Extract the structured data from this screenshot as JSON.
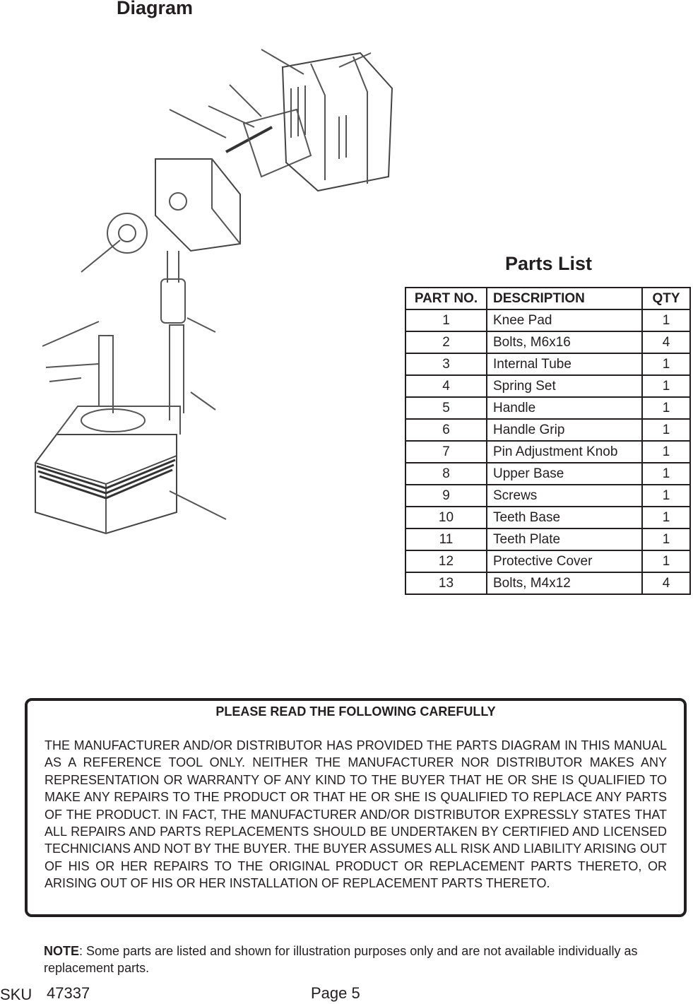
{
  "diagram": {
    "title": "Diagram"
  },
  "parts_list": {
    "title": "Parts List",
    "headers": [
      "PART NO.",
      "DESCRIPTION",
      "QTY"
    ],
    "rows": [
      [
        "1",
        "Knee Pad",
        "1"
      ],
      [
        "2",
        "Bolts, M6x16",
        "4"
      ],
      [
        "3",
        "Internal Tube",
        "1"
      ],
      [
        "4",
        "Spring Set",
        "1"
      ],
      [
        "5",
        "Handle",
        "1"
      ],
      [
        "6",
        "Handle Grip",
        "1"
      ],
      [
        "7",
        "Pin Adjustment Knob",
        "1"
      ],
      [
        "8",
        "Upper Base",
        "1"
      ],
      [
        "9",
        "Screws",
        "1"
      ],
      [
        "10",
        "Teeth Base",
        "1"
      ],
      [
        "11",
        "Teeth Plate",
        "1"
      ],
      [
        "12",
        "Protective Cover",
        "1"
      ],
      [
        "13",
        "Bolts, M4x12",
        "4"
      ]
    ]
  },
  "notice": {
    "heading": "PLEASE READ THE FOLLOWING CAREFULLY",
    "body": "THE MANUFACTURER AND/OR DISTRIBUTOR HAS PROVIDED THE PARTS DIAGRAM IN THIS MANUAL AS A REFERENCE TOOL ONLY. NEITHER THE MANUFACTURER NOR DISTRIBUTOR MAKES ANY REPRESENTATION OR WARRANTY OF ANY KIND TO THE BUYER THAT HE OR SHE IS QUALIFIED TO MAKE ANY REPAIRS TO THE PRODUCT OR THAT HE OR SHE IS QUALIFIED TO REPLACE ANY PARTS OF THE PRODUCT. IN FACT, THE MANUFACTURER AND/OR DISTRIBUTOR EXPRESSLY STATES THAT ALL REPAIRS AND PARTS REPLACEMENTS SHOULD BE UNDERTAKEN BY CERTIFIED AND LICENSED TECHNICIANS AND NOT BY THE BUYER. THE BUYER ASSUMES ALL RISK AND LIABILITY ARISING OUT OF HIS OR HER REPAIRS TO THE ORIGINAL PRODUCT OR REPLACEMENT PARTS THERETO, OR ARISING OUT OF HIS OR HER INSTALLATION OF REPLACEMENT PARTS THERETO."
  },
  "note": {
    "label": "NOTE",
    "text": ": Some parts are listed and shown for illustration purposes only and are not available individually as replacement parts."
  },
  "footer": {
    "sku_label": "SKU",
    "sku": "47337",
    "page": "Page 5"
  }
}
